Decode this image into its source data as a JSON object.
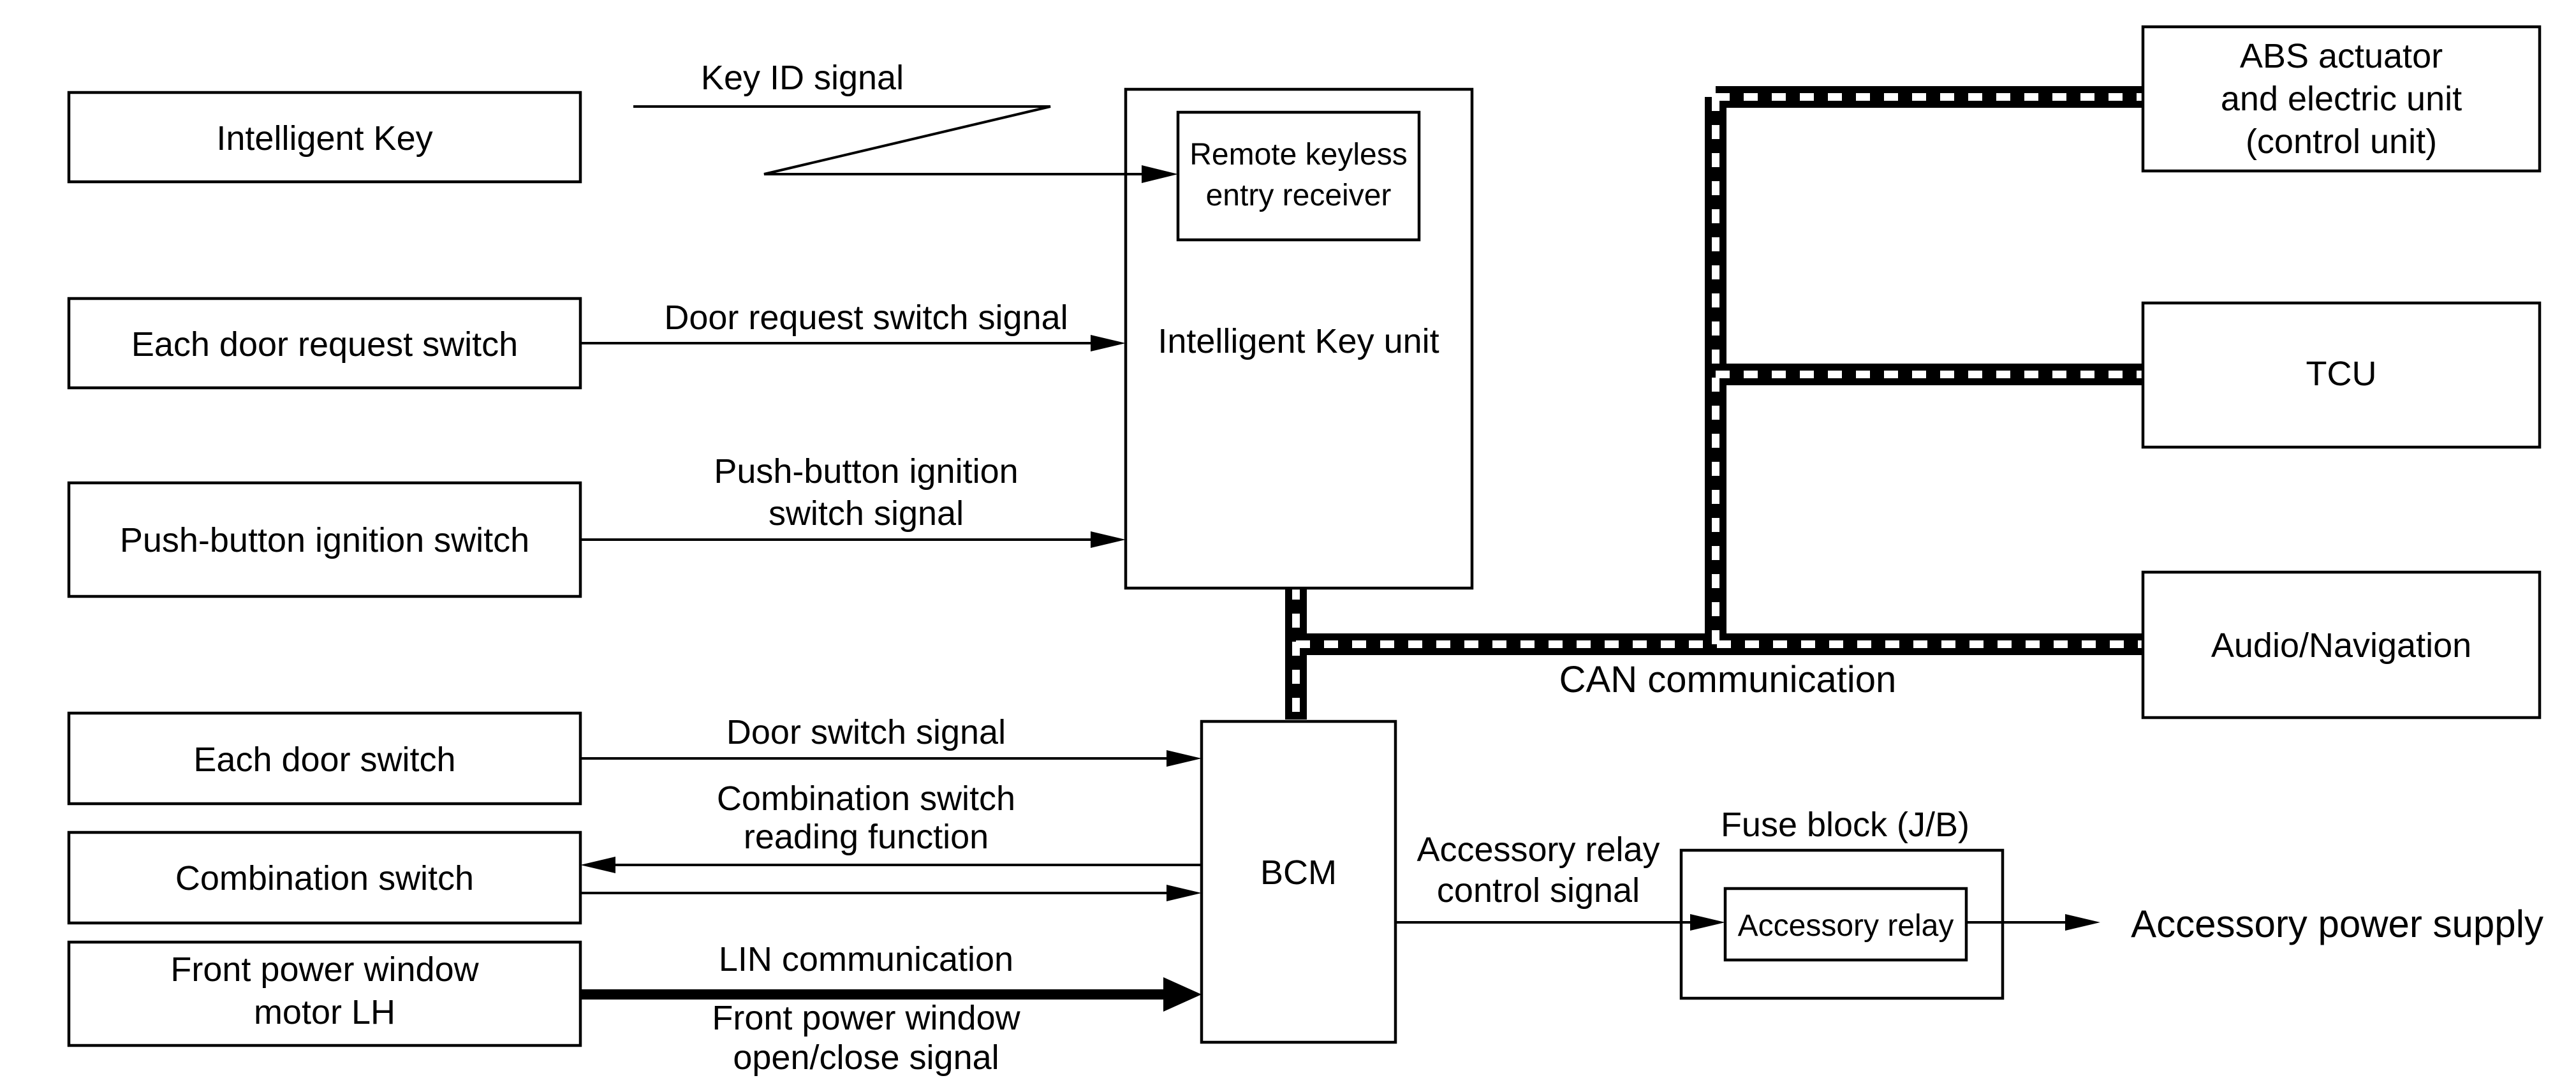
{
  "blocks": {
    "intelligent_key": "Intelligent Key",
    "door_request_switch": "Each door request switch",
    "push_button_ignition_switch": "Push-button ignition switch",
    "door_switch": "Each door switch",
    "combination_switch": "Combination switch",
    "front_power_window_motor": [
      "Front power window",
      "motor LH"
    ],
    "intelligent_key_unit": "Intelligent Key unit",
    "remote_keyless_entry_receiver": [
      "Remote keyless",
      "entry receiver"
    ],
    "bcm": "BCM",
    "abs_actuator": [
      "ABS actuator",
      "and electric unit",
      "(control unit)"
    ],
    "tcu": "TCU",
    "audio_navigation": "Audio/Navigation",
    "fuse_block": "Fuse block (J/B)",
    "accessory_relay": "Accessory relay",
    "accessory_power_supply": "Accessory power supply"
  },
  "signals": {
    "key_id": "Key ID signal",
    "door_request": "Door request switch signal",
    "push_button_ignition": [
      "Push-button ignition",
      "switch signal"
    ],
    "door_switch": "Door switch signal",
    "combination_switch_reading": [
      "Combination switch",
      "reading function"
    ],
    "lin_communication": "LIN communication",
    "front_power_window_signal": [
      "Front power window",
      "open/close signal"
    ],
    "accessory_relay_control": [
      "Accessory relay",
      "control signal"
    ],
    "can_communication": "CAN communication"
  }
}
